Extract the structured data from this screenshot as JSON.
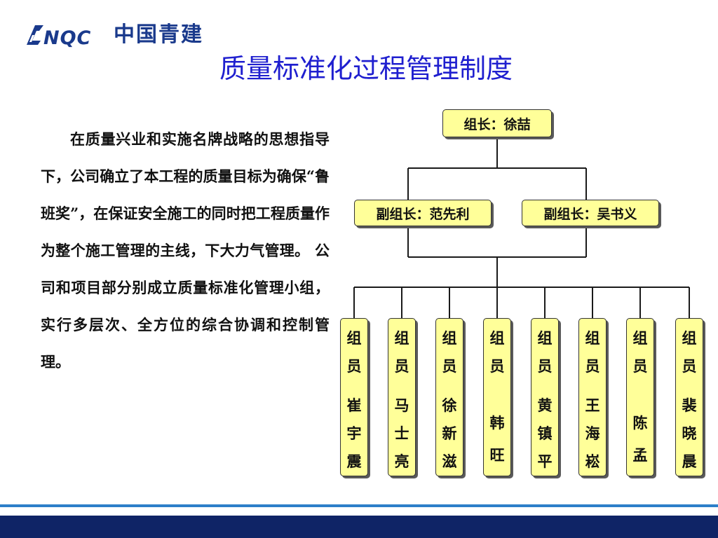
{
  "logo": {
    "mark": "CNQC",
    "text": "中国青建",
    "color": "#1a3a8c"
  },
  "title": "质量标准化过程管理制度",
  "body_text": "在质量兴业和实施名牌战略的思想指导下，公司确立了本工程的质量目标为确保“鲁班奖”，在保证安全施工的同时把工程质量作为整个施工管理的主线，下大力气管理。 公 司和项目部分别成立质量标准化管理小组，实行多层次、全方位的综合协调和控制管理。",
  "org": {
    "leader": "组长：徐喆",
    "deputies": [
      "副组长：范先利",
      "副组长：吴书义"
    ],
    "members": [
      {
        "role": "组员",
        "name": "崔宇震"
      },
      {
        "role": "组员",
        "name": "马士亮"
      },
      {
        "role": "组员",
        "name": "徐新滋"
      },
      {
        "role": "组员",
        "name": "韩旺"
      },
      {
        "role": "组员",
        "name": "黄镇平"
      },
      {
        "role": "组员",
        "name": "王海崧"
      },
      {
        "role": "组员",
        "name": "陈孟"
      },
      {
        "role": "组员",
        "name": "裴晓晨"
      }
    ]
  },
  "colors": {
    "title": "#1f1fcf",
    "box_fill": "#ffff99",
    "footer": "#0f2466",
    "accent_line": "#2d7fc9"
  }
}
